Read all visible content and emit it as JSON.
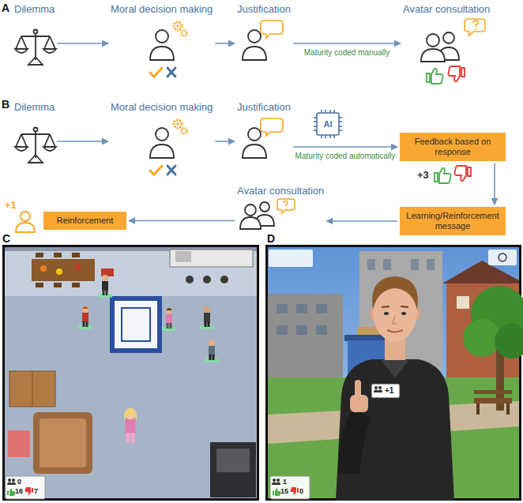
{
  "diagram": {
    "nodes": [
      {
        "text": [
          "Dilemma"
        ]
      },
      {
        "text": [
          "Moral decision making"
        ]
      },
      {
        "text": [
          "Justification"
        ]
      },
      {
        "text": [
          "Avatar consultation"
        ]
      },
      {
        "text": [
          "Dilemma"
        ]
      },
      {
        "text": [
          "Moral decision making"
        ]
      },
      {
        "text": [
          "Justification"
        ]
      },
      {
        "text": [
          "Feedback based on response"
        ]
      },
      {
        "text": [
          "Learning/Reinforcement message"
        ]
      },
      {
        "text": [
          "Avatar consultation"
        ]
      },
      {
        "text": [
          "Reinforcement"
        ]
      }
    ],
    "edges": [
      {
        "from": 0,
        "to": 1,
        "arrow": "to"
      },
      {
        "from": 1,
        "to": 2,
        "arrow": "to"
      },
      {
        "from": 2,
        "to": 3,
        "arrow": "to",
        "label": "Maturity coded manually"
      },
      {
        "from": 4,
        "to": 5,
        "arrow": "to"
      },
      {
        "from": 5,
        "to": 6,
        "arrow": "to"
      },
      {
        "from": 6,
        "to": 7,
        "arrow": "to",
        "label": "Maturity coded automatically"
      },
      {
        "from": 7,
        "to": 8,
        "arrow": "to"
      },
      {
        "from": 8,
        "to": 9,
        "arrow": "to"
      },
      {
        "from": 9,
        "to": 10,
        "arrow": "to"
      }
    ],
    "labels": [
      "A",
      "B",
      "AI",
      "+3",
      "+1",
      "C",
      "D",
      "0",
      "16",
      "7",
      "+1",
      "1",
      "15",
      "0"
    ]
  }
}
